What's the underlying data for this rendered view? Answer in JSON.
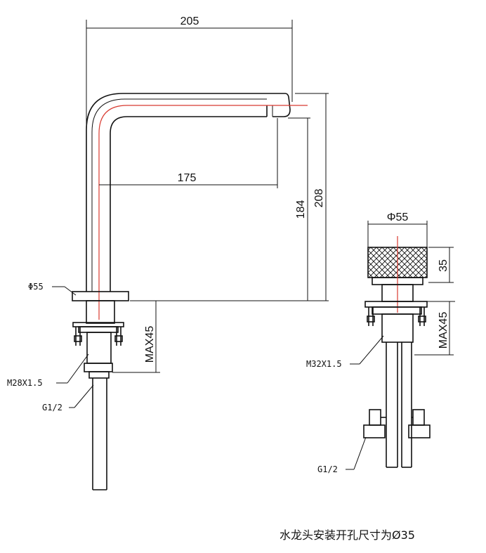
{
  "left_view": {
    "dim_width": "205",
    "dim_spout_reach": "175",
    "dim_spout_height": "184",
    "dim_total_height": "208",
    "dim_max_deck": "MAX45",
    "base_diameter": "Φ55",
    "thread_label": "M28X1.5",
    "inlet_label": "G1/2"
  },
  "right_view": {
    "handle_diameter": "Φ55",
    "handle_height": "35",
    "dim_max_deck": "MAX45",
    "thread_label": "M32X1.5",
    "inlet_label": "G1/2"
  },
  "caption": "水龙头安装开孔尺寸为Ø35"
}
